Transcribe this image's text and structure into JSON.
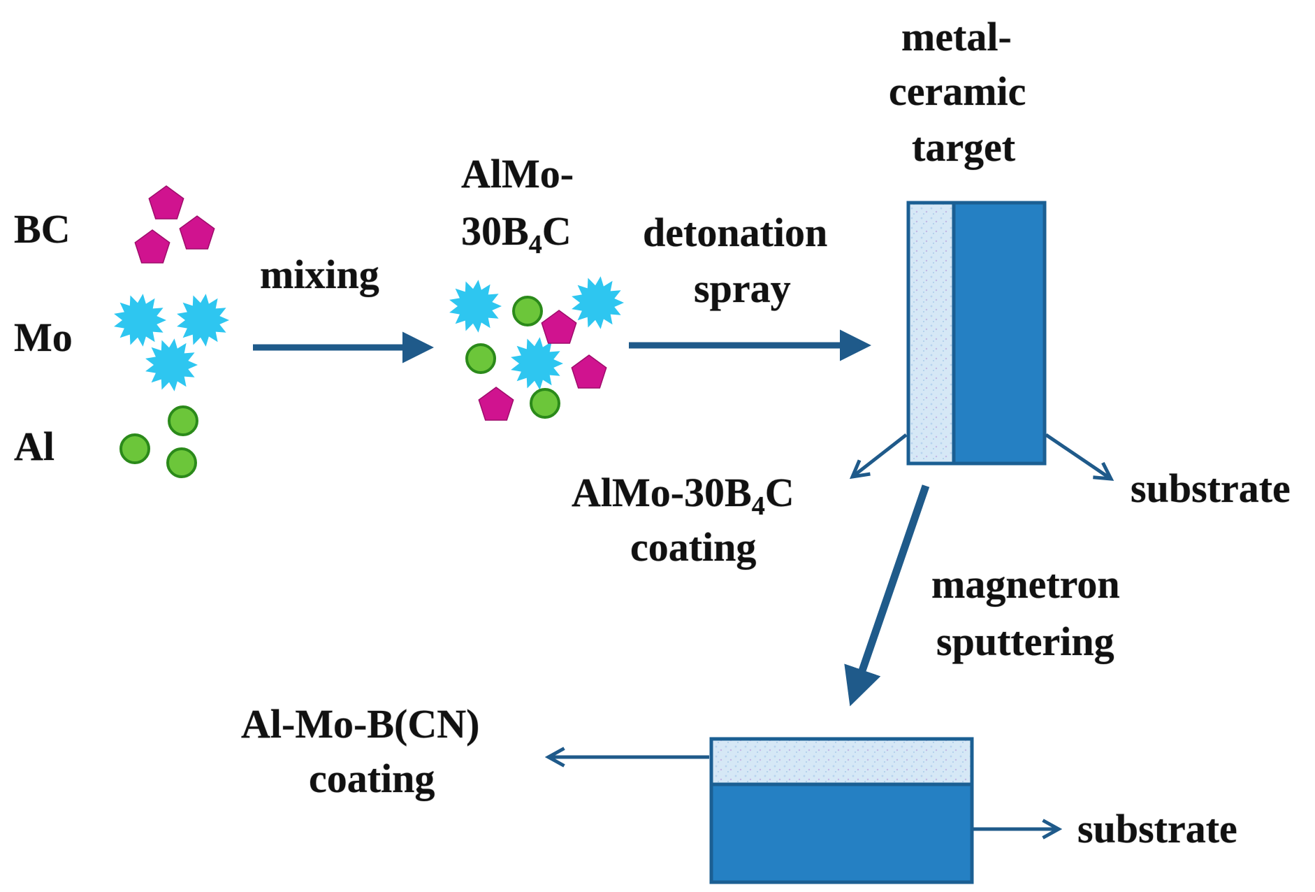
{
  "labels": {
    "bc": "BC",
    "mo": "Mo",
    "al": "Al",
    "mixing": "mixing",
    "powder_mix_line1": "AlMo-",
    "powder_mix_line2_pre": "30B",
    "powder_mix_line2_sub": "4",
    "powder_mix_line2_post": "C",
    "detonation_line1": "detonation",
    "detonation_line2": "spray",
    "target_line1": "metal-",
    "target_line2": "ceramic",
    "target_line3": "target",
    "coating1_line1_pre": "AlMo-30B",
    "coating1_line1_sub": "4",
    "coating1_line1_post": "C",
    "coating1_line2": "coating",
    "substrate_top": "substrate",
    "magnetron_line1": "magnetron",
    "magnetron_line2": "sputtering",
    "coating2_line1": "Al-Mo-B(CN)",
    "coating2_line2": "coating",
    "substrate_bottom": "substrate"
  },
  "colors": {
    "arrow": "#1f5a8a",
    "substrate_fill": "#2580c3",
    "substrate_stroke": "#1b5f93",
    "coating_fill": "#d6e8f6",
    "bc_particle": "#d0138f",
    "mo_particle": "#2ec6f0",
    "al_particle": "#6cc63a",
    "al_particle_stroke": "#2b8a1a"
  },
  "icons": {
    "bc": "pentagon-particle",
    "mo": "star-burst-particle",
    "al": "circle-particle"
  }
}
